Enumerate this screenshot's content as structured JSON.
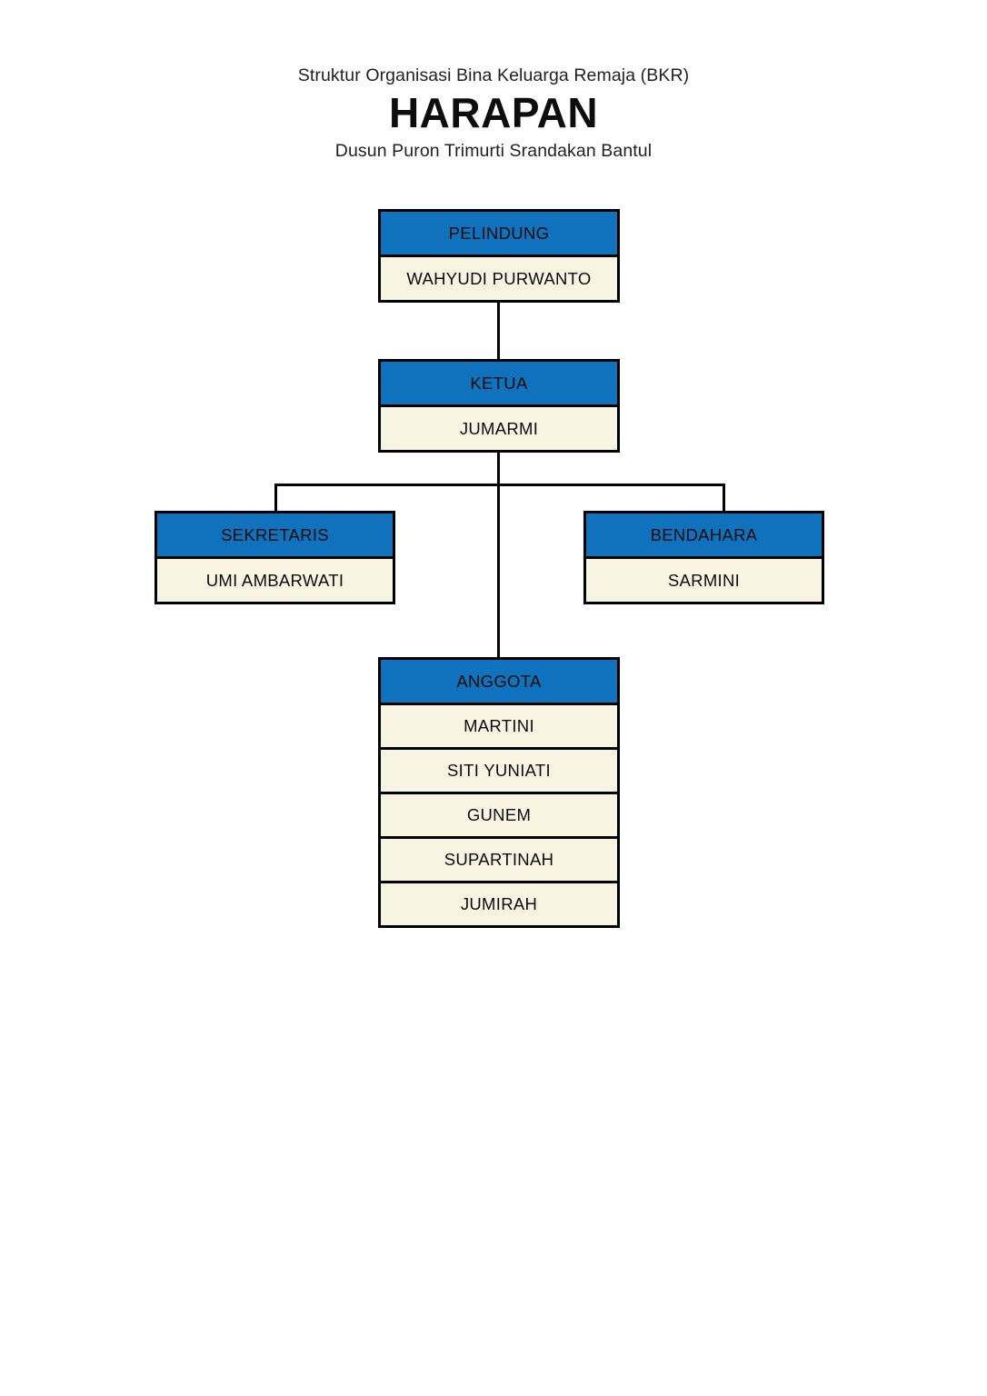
{
  "header": {
    "subtitle": "Struktur Organisasi Bina Keluarga Remaja  (BKR)",
    "title": "HARAPAN",
    "location": "Dusun Puron Trimurti Srandakan Bantul"
  },
  "colors": {
    "header_fill": "#1072bd",
    "body_fill": "#f7f5e1",
    "border": "#000000",
    "background": "#ffffff",
    "text": "#0c0c0c"
  },
  "chart_data": {
    "type": "diagram",
    "diagram_type": "organization-chart",
    "title": "Struktur Organisasi Bina Keluarga Remaja  (BKR) HARAPAN",
    "nodes": [
      {
        "id": "pelindung",
        "role": "PELINDUNG",
        "members": [
          "WAHYUDI PURWANTO"
        ],
        "level": 0
      },
      {
        "id": "ketua",
        "role": "KETUA",
        "members": [
          "JUMARMI"
        ],
        "level": 1
      },
      {
        "id": "sekretaris",
        "role": "SEKRETARIS",
        "members": [
          "UMI AMBARWATI"
        ],
        "level": 2
      },
      {
        "id": "bendahara",
        "role": "BENDAHARA",
        "members": [
          "SARMINI"
        ],
        "level": 2
      },
      {
        "id": "anggota",
        "role": "ANGGOTA",
        "members": [
          "MARTINI",
          "SITI YUNIATI",
          "GUNEM",
          "SUPARTINAH",
          "JUMIRAH"
        ],
        "level": 3
      }
    ],
    "edges": [
      {
        "from": "pelindung",
        "to": "ketua"
      },
      {
        "from": "ketua",
        "to": "sekretaris"
      },
      {
        "from": "ketua",
        "to": "bendahara"
      },
      {
        "from": "ketua",
        "to": "anggota"
      }
    ]
  },
  "nodes": {
    "pelindung": {
      "role": "PELINDUNG",
      "member1": "WAHYUDI PURWANTO"
    },
    "ketua": {
      "role": "KETUA",
      "member1": "JUMARMI"
    },
    "sekretaris": {
      "role": "SEKRETARIS",
      "member1": "UMI AMBARWATI"
    },
    "bendahara": {
      "role": "BENDAHARA",
      "member1": "SARMINI"
    },
    "anggota": {
      "role": "ANGGOTA",
      "member1": "MARTINI",
      "member2": "SITI YUNIATI",
      "member3": "GUNEM",
      "member4": "SUPARTINAH",
      "member5": "JUMIRAH"
    }
  }
}
